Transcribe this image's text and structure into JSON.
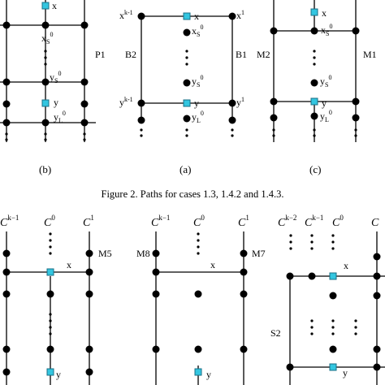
{
  "top_panels": {
    "b": {
      "caption": "(b)",
      "x": "x",
      "xs": "x",
      "xs_sub": "S",
      "xs_sup": "0",
      "ys": "y",
      "ys_sub": "S",
      "ys_sup": "0",
      "y": "y",
      "yl": "y",
      "yl_sub": "L",
      "yl_sup": "0",
      "side": "P1"
    },
    "a": {
      "caption": "(a)",
      "xk1": "x",
      "xk1_sup": "k-1",
      "x": "x",
      "x1": "x",
      "x1_sup": "1",
      "xs": "x",
      "xs_sub": "S",
      "xs_sup": "0",
      "ys": "y",
      "ys_sub": "S",
      "ys_sup": "0",
      "yk1": "y",
      "yk1_sup": "k-1",
      "y": "y",
      "y1": "y",
      "y1_sup": "1",
      "yl": "y",
      "yl_sub": "L",
      "yl_sup": "0",
      "left": "B2",
      "right": "B1"
    },
    "c": {
      "caption": "(c)",
      "x": "x",
      "xs": "x",
      "xs_sub": "S",
      "xs_sup": "0",
      "ys": "y",
      "ys_sub": "S",
      "ys_sup": "0",
      "y": "y",
      "yl": "y",
      "yl_sub": "L",
      "yl_sup": "0",
      "left": "M2",
      "right": "M1"
    }
  },
  "figure_caption": "Figure 2.  Paths for cases 1.3, 1.4.2 and 1.4.3.",
  "bottom_panels": {
    "d": {
      "c_km1": "C",
      "c_km1_sup": "k−1",
      "c0": "C",
      "c0_sup": "0",
      "c1": "C",
      "c1_sup": "1",
      "side": "M5",
      "x": "x",
      "y": "y"
    },
    "e": {
      "c_km1": "C",
      "c_km1_sup": "k−1",
      "c0": "C",
      "c0_sup": "0",
      "c1": "C",
      "c1_sup": "1",
      "left": "M8",
      "right": "M7",
      "x": "x",
      "y": "y"
    },
    "f": {
      "c_km2": "C",
      "c_km2_sup": "k−2",
      "c_km1": "C",
      "c_km1_sup": "k−1",
      "c0": "C",
      "c0_sup": "0",
      "c1": "C",
      "left": "S2",
      "x": "x",
      "y": "y"
    }
  },
  "colors": {
    "ink": "#000000",
    "marker_fill": "#33c6e0",
    "marker_stroke": "#1a6f86"
  }
}
